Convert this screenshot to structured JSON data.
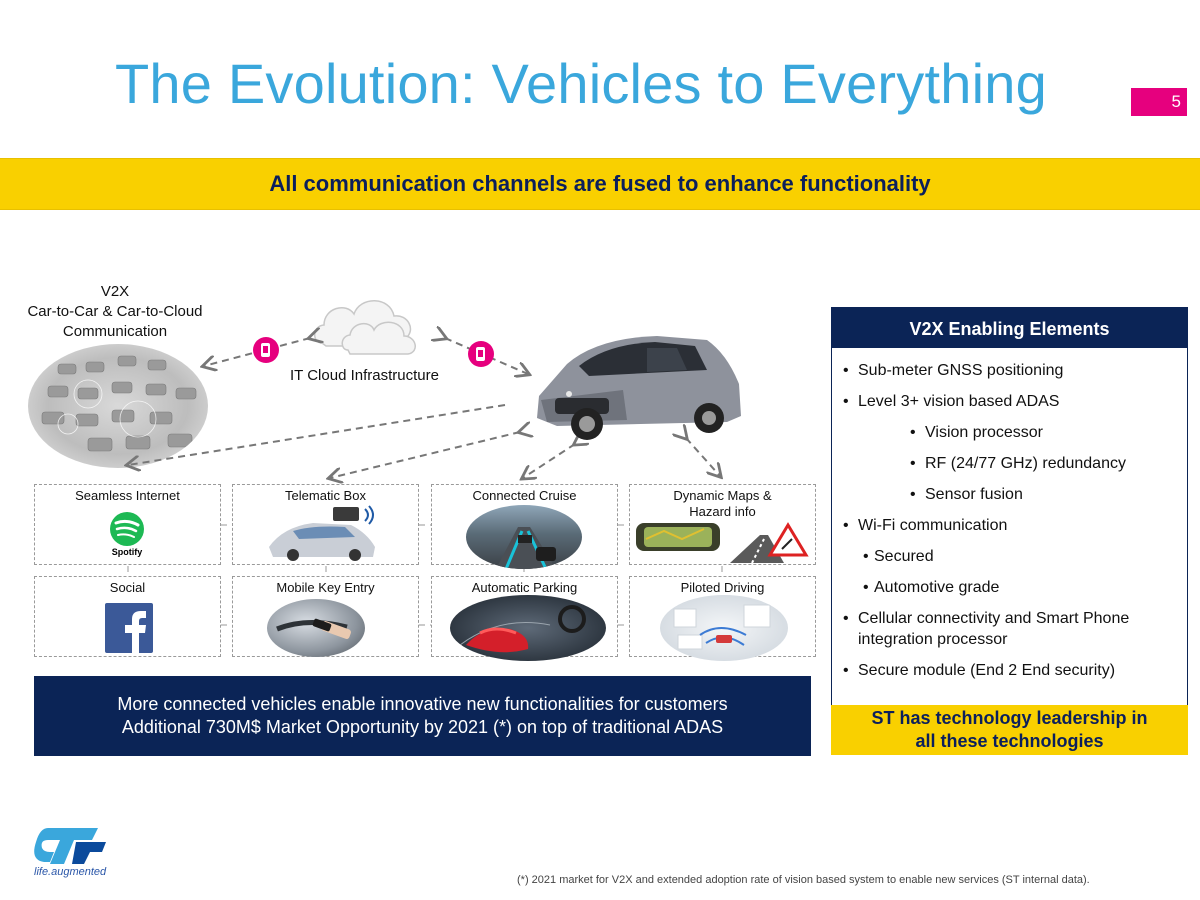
{
  "title": "The Evolution: Vehicles to Everything",
  "page_number": "5",
  "banner": "All communication channels are fused to enhance functionality",
  "diagram": {
    "v2x_label_line1": "V2X",
    "v2x_label_line2": "Car-to-Car & Car-to-Cloud",
    "v2x_label_line3": "Communication",
    "cloud_label": "IT Cloud Infrastructure"
  },
  "features": [
    {
      "label": "Seamless Internet",
      "icon": "spotify-icon",
      "sub": "Spotify"
    },
    {
      "label": "Telematic Box",
      "icon": "telematic-car-icon"
    },
    {
      "label": "Connected Cruise",
      "icon": "connected-cruise-image"
    },
    {
      "label": "Dynamic Maps &",
      "label2": "Hazard info",
      "icon": "map-hazard-image"
    },
    {
      "label": "Social",
      "icon": "facebook-icon",
      "sub": "f"
    },
    {
      "label": "Mobile Key Entry",
      "icon": "mobile-key-image"
    },
    {
      "label": "Automatic Parking",
      "icon": "parking-image"
    },
    {
      "label": "Piloted Driving",
      "icon": "piloted-driving-image"
    }
  ],
  "bottom_box": {
    "line1": "More connected vehicles enable innovative new functionalities for customers",
    "line2": "Additional 730M$ Market Opportunity by 2021 (*) on top of traditional ADAS"
  },
  "panel": {
    "heading": "V2X Enabling Elements",
    "items": [
      {
        "text": "Sub-meter GNSS positioning",
        "bullet": "•"
      },
      {
        "text": "Level 3+ vision based ADAS",
        "bullet": "•"
      },
      {
        "text": "Vision processor",
        "bullet": "•"
      },
      {
        "text": "RF (24/77 GHz) redundancy",
        "bullet": "•"
      },
      {
        "text": "Sensor fusion",
        "bullet": "•"
      },
      {
        "text": "Wi-Fi communication",
        "bullet": "•"
      },
      {
        "text": "Secured",
        "bullet": "•"
      },
      {
        "text": "Automotive grade",
        "bullet": "•"
      },
      {
        "text": "Cellular connectivity and Smart Phone",
        "bullet": "•"
      },
      {
        "text": "integration processor",
        "bullet": ""
      },
      {
        "text": "Secure module (End 2 End security)",
        "bullet": "•"
      }
    ],
    "footer_line1": "ST has technology leadership in",
    "footer_line2": "all these technologies"
  },
  "footnote": "(*) 2021 market for V2X and extended adoption rate of vision based system to enable new services (ST internal data).",
  "logo": {
    "text": "life.augmented",
    "mark": "ST"
  },
  "colors": {
    "title": "#3aa7dc",
    "accent": "#e6007e",
    "banner": "#f9d000",
    "navy": "#0b2456"
  }
}
